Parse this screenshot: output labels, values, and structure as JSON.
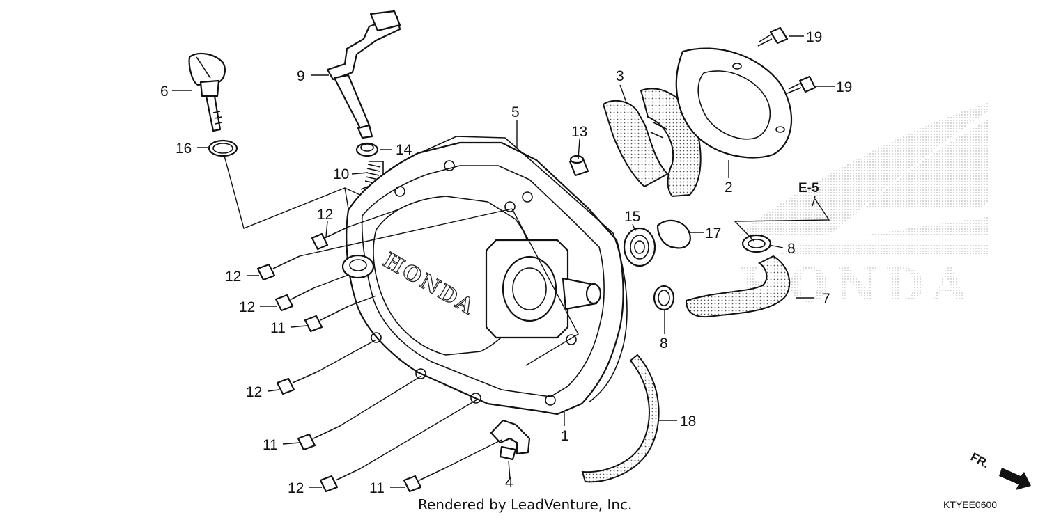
{
  "diagram": {
    "callouts": [
      {
        "id": "c1",
        "label": "1"
      },
      {
        "id": "c2",
        "label": "2"
      },
      {
        "id": "c3",
        "label": "3"
      },
      {
        "id": "c4",
        "label": "4"
      },
      {
        "id": "c5",
        "label": "5"
      },
      {
        "id": "c6",
        "label": "6"
      },
      {
        "id": "c7",
        "label": "7"
      },
      {
        "id": "c8a",
        "label": "8"
      },
      {
        "id": "c8b",
        "label": "8"
      },
      {
        "id": "c9",
        "label": "9"
      },
      {
        "id": "c10",
        "label": "10"
      },
      {
        "id": "c11a",
        "label": "11"
      },
      {
        "id": "c11b",
        "label": "11"
      },
      {
        "id": "c11c",
        "label": "11"
      },
      {
        "id": "c12a",
        "label": "12"
      },
      {
        "id": "c12b",
        "label": "12"
      },
      {
        "id": "c12c",
        "label": "12"
      },
      {
        "id": "c12d",
        "label": "12"
      },
      {
        "id": "c12e",
        "label": "12"
      },
      {
        "id": "c13",
        "label": "13"
      },
      {
        "id": "c14",
        "label": "14"
      },
      {
        "id": "c15",
        "label": "15"
      },
      {
        "id": "c16",
        "label": "16"
      },
      {
        "id": "c17",
        "label": "17"
      },
      {
        "id": "c18",
        "label": "18"
      },
      {
        "id": "c19a",
        "label": "19"
      },
      {
        "id": "c19b",
        "label": "19"
      }
    ],
    "reference_label": "E-5",
    "direction_label": "FR.",
    "cover_brand": "HONDA",
    "watermark_brand": "HONDA",
    "credit": "Rendered by LeadVenture, Inc.",
    "diagram_code": "KTYEE0600"
  }
}
